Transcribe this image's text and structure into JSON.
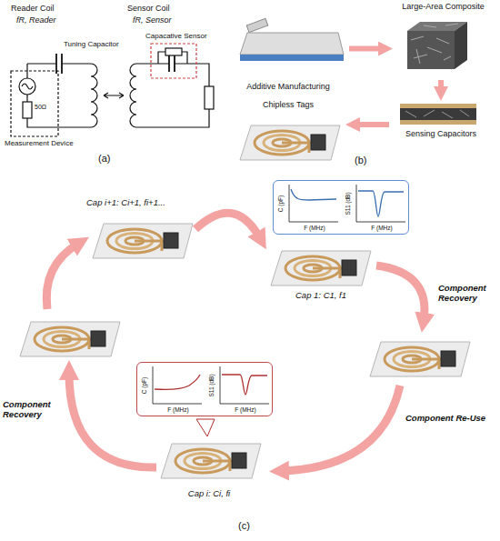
{
  "diagram": {
    "nodes": [
      {
        "text": [
          "Additive Manufacturing"
        ]
      },
      {
        "text": [
          "Large-Area Composite"
        ]
      },
      {
        "text": [
          "Sensing Capacitors"
        ]
      },
      {
        "text": [
          "Chipless Tags"
        ]
      },
      {
        "text": [
          "C (pF)",
          "F (MHz)",
          "S11 (dB)",
          "F (MHz)"
        ]
      },
      {
        "text": [
          "Cap i+1: Ci+1, fi+1..."
        ]
      },
      {
        "text": [
          "Cap 1: C1, f1"
        ]
      },
      {
        "text": [
          "C (pF)",
          "F (MHz)",
          "S11 (dB)",
          "F (MHz)"
        ]
      },
      {
        "text": [
          "Cap i: Ci, fi"
        ]
      }
    ],
    "edges": [
      {
        "from": 0,
        "to": 1,
        "arrow": "to"
      },
      {
        "from": 1,
        "to": 2,
        "arrow": "to"
      },
      {
        "from": 2,
        "to": 3,
        "arrow": "to"
      }
    ],
    "labels": [
      "Reader Coil",
      "fR, Reader",
      "Sensor Coil",
      "fR, Sensor",
      "Tuning Capacitor",
      "Capacative Sensor",
      "Measurement Device",
      "50Ω",
      "(a)",
      "(b)",
      "Component Recovery",
      "Component Re-Use",
      "Component Recovery",
      "(c)"
    ]
  }
}
